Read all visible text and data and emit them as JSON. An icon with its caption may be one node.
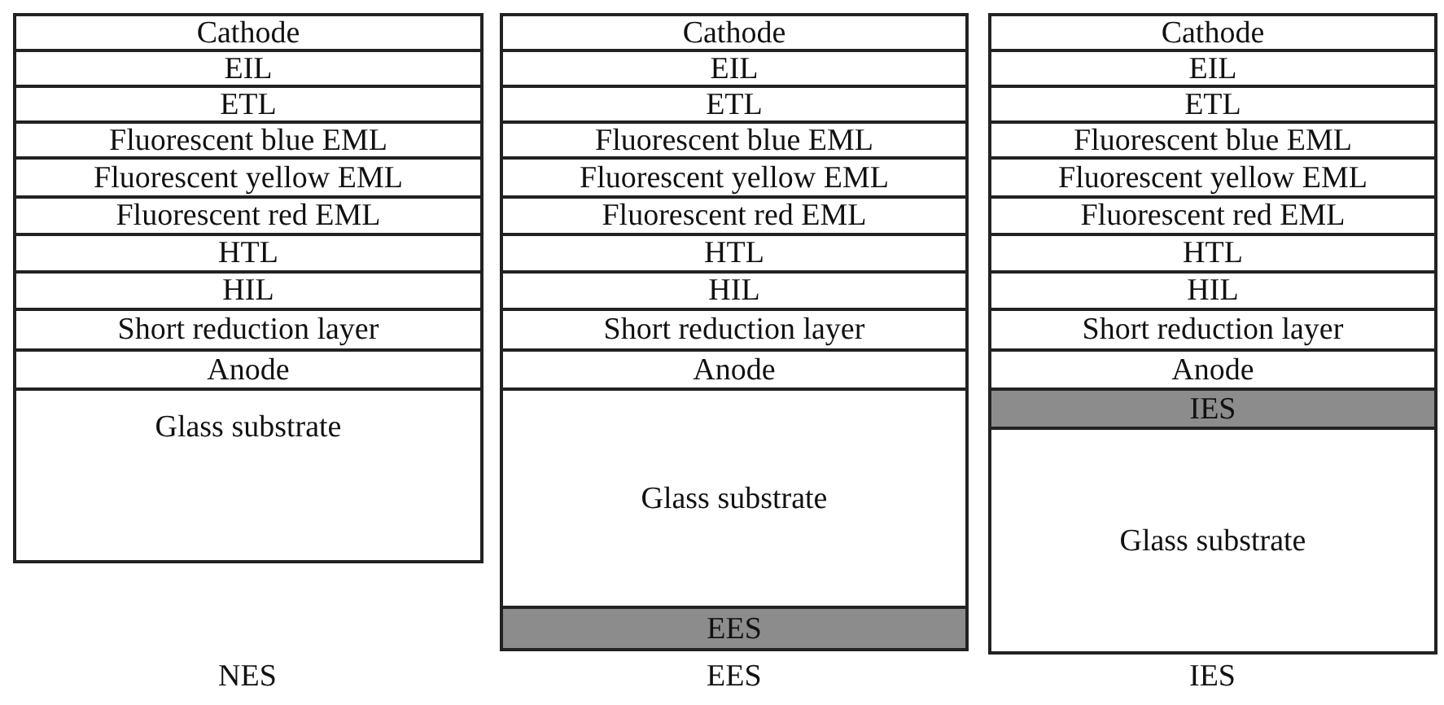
{
  "diagram": {
    "nodes": [
      {
        "text": [],
        "shape": "box"
      },
      {
        "text": [
          "Cathode"
        ],
        "in": 0
      },
      {
        "text": [
          "EIL"
        ],
        "in": 0
      },
      {
        "text": [
          "ETL"
        ],
        "in": 0
      },
      {
        "text": [
          "Fluorescent blue EML"
        ],
        "in": 0
      },
      {
        "text": [
          "Fluorescent yellow EML"
        ],
        "in": 0
      },
      {
        "text": [
          "Fluorescent red EML"
        ],
        "in": 0
      },
      {
        "text": [
          "HTL"
        ],
        "in": 0
      },
      {
        "text": [
          "HIL"
        ],
        "in": 0
      },
      {
        "text": [
          "Short reduction layer"
        ],
        "in": 0
      },
      {
        "text": [
          "Anode"
        ],
        "in": 0
      },
      {
        "text": [
          "Glass substrate"
        ],
        "in": 0
      },
      {
        "text": [],
        "shape": "box"
      },
      {
        "text": [
          "Cathode"
        ],
        "in": 12
      },
      {
        "text": [
          "EIL"
        ],
        "in": 12
      },
      {
        "text": [
          "ETL"
        ],
        "in": 12
      },
      {
        "text": [
          "Fluorescent blue EML"
        ],
        "in": 12
      },
      {
        "text": [
          "Fluorescent yellow EML"
        ],
        "in": 12
      },
      {
        "text": [
          "Fluorescent red EML"
        ],
        "in": 12
      },
      {
        "text": [
          "HTL"
        ],
        "in": 12
      },
      {
        "text": [
          "HIL"
        ],
        "in": 12
      },
      {
        "text": [
          "Short reduction layer"
        ],
        "in": 12
      },
      {
        "text": [
          "Anode"
        ],
        "in": 12
      },
      {
        "text": [
          "Glass substrate"
        ],
        "in": 12
      },
      {
        "text": [
          "EES"
        ],
        "in": 12
      },
      {
        "text": [],
        "shape": "box"
      },
      {
        "text": [
          "Cathode"
        ],
        "in": 25
      },
      {
        "text": [
          "EIL"
        ],
        "in": 25
      },
      {
        "text": [
          "ETL"
        ],
        "in": 25
      },
      {
        "text": [
          "Fluorescent blue EML"
        ],
        "in": 25
      },
      {
        "text": [
          "Fluorescent yellow EML"
        ],
        "in": 25
      },
      {
        "text": [
          "Fluorescent red EML"
        ],
        "in": 25
      },
      {
        "text": [
          "HTL"
        ],
        "in": 25
      },
      {
        "text": [
          "HIL"
        ],
        "in": 25
      },
      {
        "text": [
          "Short reduction layer"
        ],
        "in": 25
      },
      {
        "text": [
          "Anode"
        ],
        "in": 25
      },
      {
        "text": [
          "IES"
        ],
        "in": 25
      },
      {
        "text": [
          "Glass substrate"
        ],
        "in": 25
      }
    ],
    "labels": [
      "NES",
      "EES",
      "IES"
    ]
  }
}
